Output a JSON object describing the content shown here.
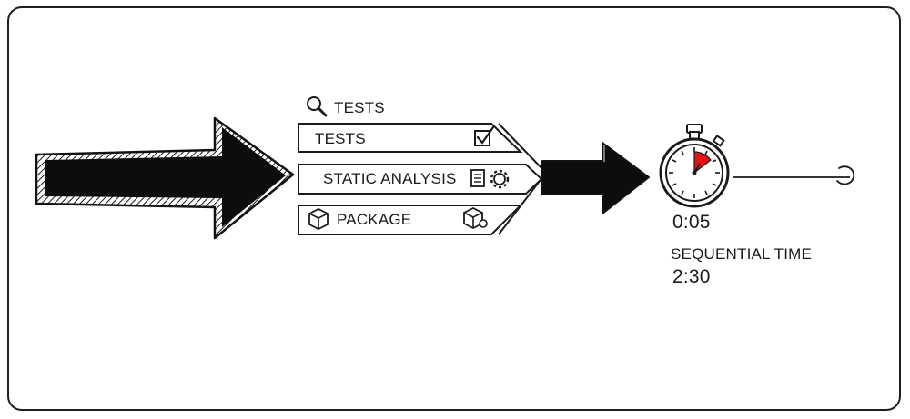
{
  "header": {
    "label": "TESTS",
    "icon": "magnifier-icon"
  },
  "lanes": [
    {
      "label": "TESTS",
      "icon": "checkbox-icon"
    },
    {
      "label": "STATIC ANALYSIS",
      "icon": "document-gear-icon"
    },
    {
      "label": "PACKAGE",
      "icon": "box-icon"
    }
  ],
  "timer": {
    "elapsed": "0:05",
    "sequential_label": "SEQUENTIAL TIME",
    "sequential_value": "2:30",
    "icon": "stopwatch-icon",
    "accent": "#e01414"
  }
}
